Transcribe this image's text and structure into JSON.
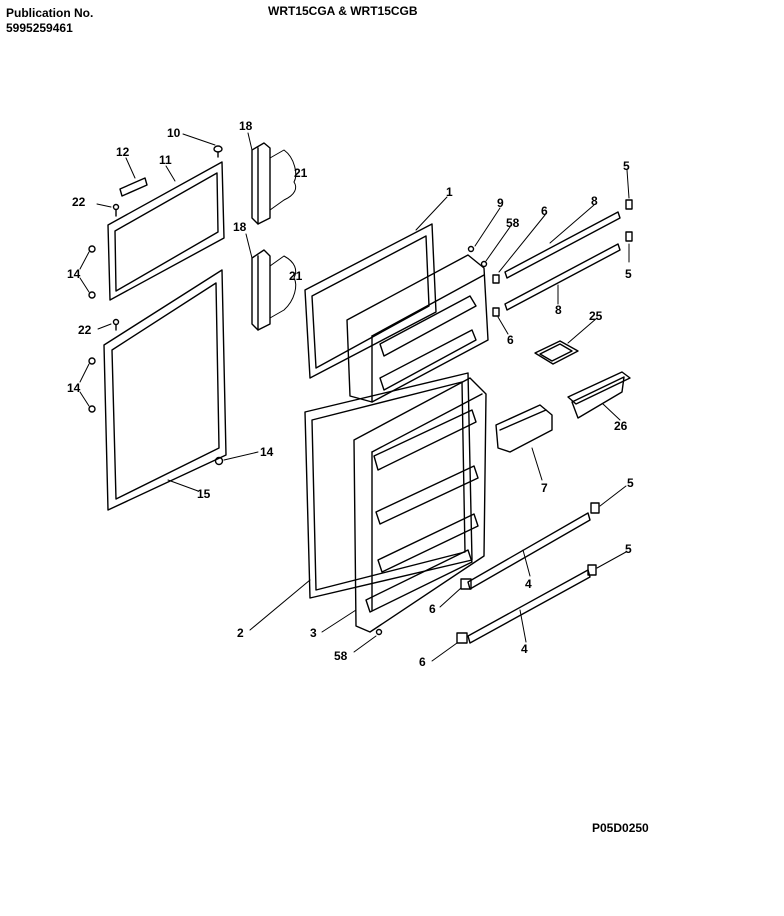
{
  "header": {
    "publication_label": "Publication No.",
    "publication_number": "5995259461",
    "models": "WRT15CGA & WRT15CGB"
  },
  "footer": {
    "code": "P05D0250"
  },
  "callouts": {
    "c1": "1",
    "c2": "2",
    "c3": "3",
    "c4a": "4",
    "c4b": "4",
    "c5a": "5",
    "c5b": "5",
    "c5c": "5",
    "c5d": "5",
    "c6a": "6",
    "c6b": "6",
    "c6c": "6",
    "c6d": "6",
    "c7": "7",
    "c8a": "8",
    "c8b": "8",
    "c9": "9",
    "c10": "10",
    "c11": "11",
    "c12": "12",
    "c14a": "14",
    "c14b": "14",
    "c14c": "14",
    "c15": "15",
    "c18a": "18",
    "c18b": "18",
    "c21a": "21",
    "c21b": "21",
    "c22a": "22",
    "c22b": "22",
    "c25": "25",
    "c26": "26",
    "c58a": "58",
    "c58b": "58"
  }
}
